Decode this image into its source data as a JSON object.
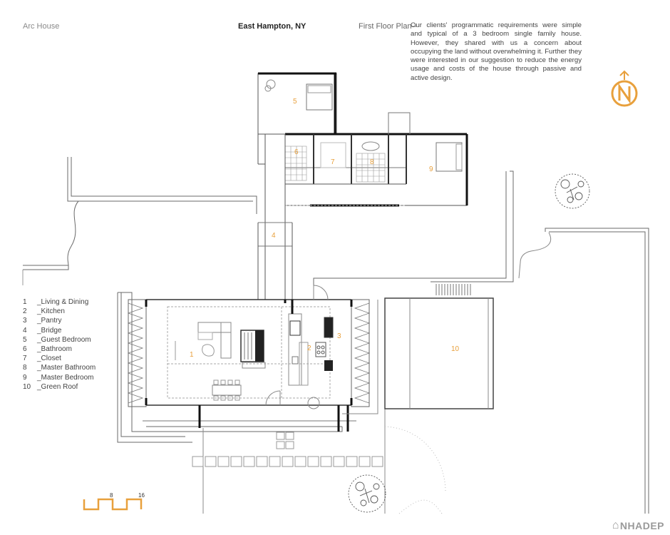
{
  "header": {
    "project": "Arc House",
    "location": "East Hampton, NY",
    "plan_title": "First Floor Plan--"
  },
  "description": "Our clients' programmatic requirements were simple and typical of a 3 bedroom single family house. However, they shared with us a concern about occupying the land without overwhelming it. Further they were interested in our suggestion to reduce the energy usage and costs of the house through passive and active design.",
  "legend": [
    {
      "num": "1",
      "label": "_Living & Dining"
    },
    {
      "num": "2",
      "label": "_Kitchen"
    },
    {
      "num": "3",
      "label": "_Pantry"
    },
    {
      "num": "4",
      "label": "_Bridge"
    },
    {
      "num": "5",
      "label": "_Guest Bedroom"
    },
    {
      "num": "6",
      "label": "_Bathroom"
    },
    {
      "num": "7",
      "label": "_Closet"
    },
    {
      "num": "8",
      "label": "_Master Bathroom"
    },
    {
      "num": "9",
      "label": "_Master Bedroom"
    },
    {
      "num": "10",
      "label": "_Green Roof"
    }
  ],
  "room_labels": [
    "1",
    "2",
    "3",
    "4",
    "5",
    "6",
    "7",
    "8",
    "9",
    "10"
  ],
  "scale": {
    "mid": "8",
    "end": "16"
  },
  "watermark": "NHADEP",
  "colors": {
    "accent": "#e8a03c",
    "line": "#555555",
    "wall": "#1a1a1a",
    "text": "#444444"
  },
  "icons": [
    "north-arrow-icon",
    "tree-icon",
    "house-logo-icon"
  ]
}
